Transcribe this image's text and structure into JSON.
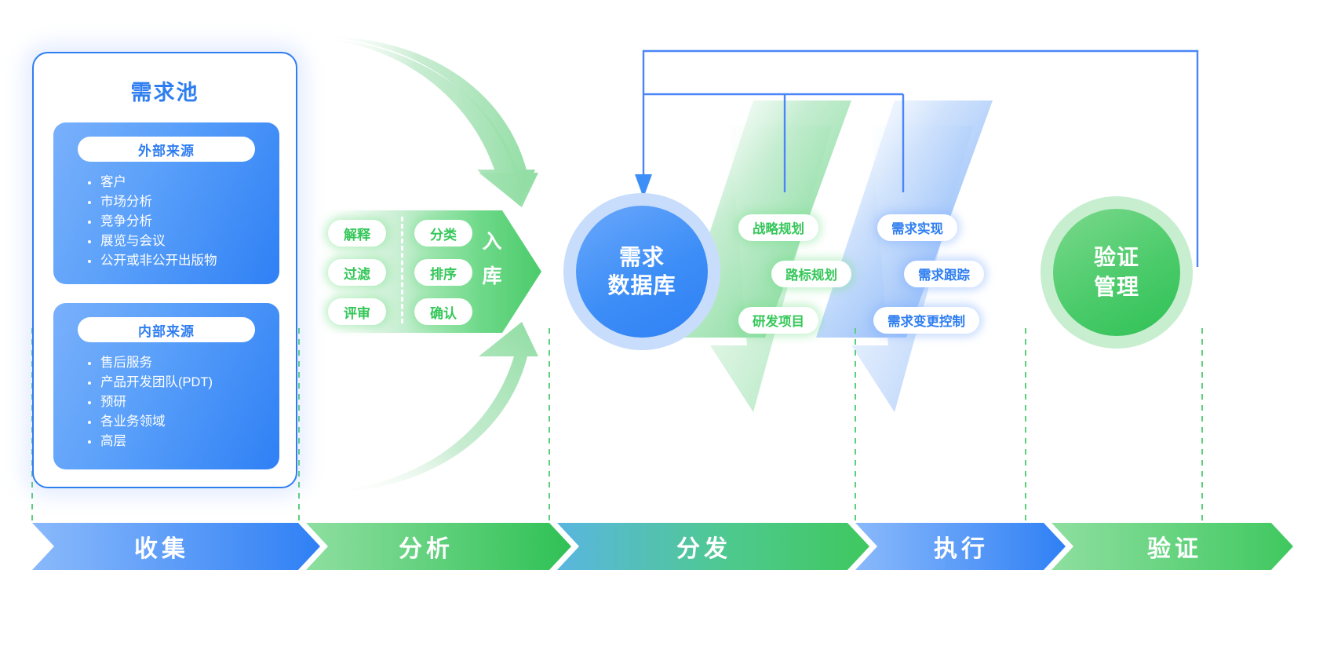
{
  "pool": {
    "title": "需求池",
    "groups": [
      {
        "name": "外部来源",
        "items": [
          "客户",
          "市场分析",
          "竞争分析",
          "展览与会议",
          "公开或非公开出版物"
        ]
      },
      {
        "name": "内部来源",
        "items": [
          "售后服务",
          "产品开发团队(PDT)",
          "预研",
          "各业务领域",
          "高层"
        ]
      }
    ]
  },
  "analysis": {
    "pills": [
      {
        "label": "解释"
      },
      {
        "label": "分类"
      },
      {
        "label": "过滤"
      },
      {
        "label": "排序"
      },
      {
        "label": "评审"
      },
      {
        "label": "确认"
      }
    ],
    "intake_label": "入库"
  },
  "database": {
    "line1": "需求",
    "line2": "数据库",
    "full": "需求数据库"
  },
  "distribution": {
    "tags": [
      "战略规划",
      "路标规划",
      "研发项目"
    ]
  },
  "execution": {
    "tags": [
      "需求实现",
      "需求跟踪",
      "需求变更控制"
    ]
  },
  "verification": {
    "line1": "验证",
    "line2": "管理",
    "full": "验证管理"
  },
  "stages": [
    {
      "label": "收集"
    },
    {
      "label": "分析"
    },
    {
      "label": "分发"
    },
    {
      "label": "执行"
    },
    {
      "label": "验证"
    }
  ],
  "colors": {
    "blue": "#2f7ef0",
    "blue_light": "#79b0fb",
    "green": "#34c759",
    "green_light": "#8ee09c",
    "halo_blue": "#c8ddfb",
    "halo_green": "#c8eed0",
    "connector": "#4a86f7",
    "divider_green": "#5ccf7a"
  }
}
